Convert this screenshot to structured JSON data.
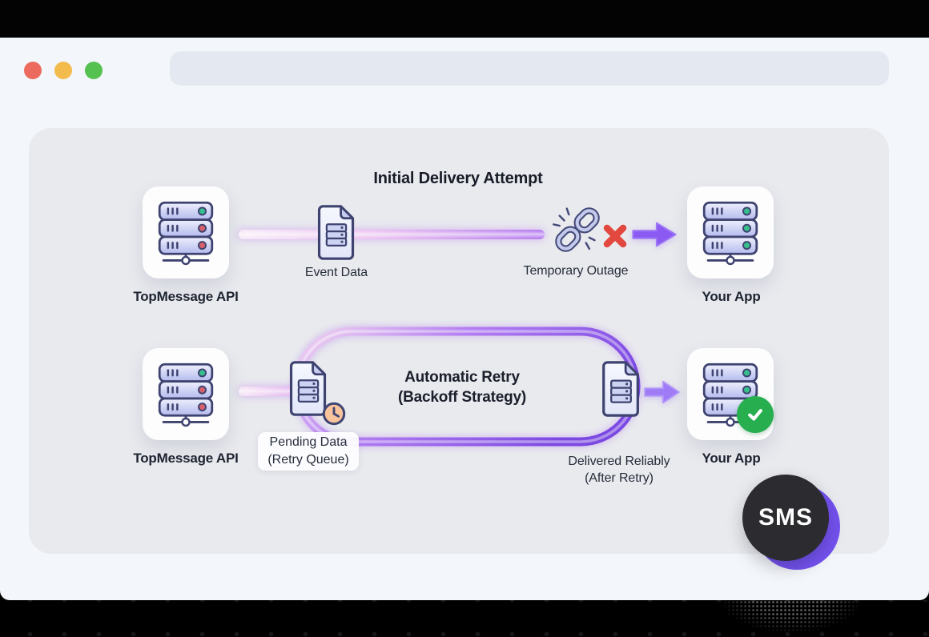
{
  "chrome": {
    "traffic_lights": [
      {
        "name": "close",
        "color": "#ec6a5e"
      },
      {
        "name": "minimize",
        "color": "#f2bb4c"
      },
      {
        "name": "zoom",
        "color": "#55c150"
      }
    ],
    "url_value": ""
  },
  "diagram": {
    "title": "Initial Delivery Attempt",
    "attempt_flow": {
      "source": "TopMessage API",
      "payload": "Event Data",
      "failure": "Temporary Outage",
      "destination": "Your App"
    },
    "retry_flow": {
      "source": "TopMessage API",
      "payload_line1": "Pending Data",
      "payload_line2": "(Retry Queue)",
      "loop_line1": "Automatic Retry",
      "loop_line2": "(Backoff Strategy)",
      "result_line1": "Delivered Reliably",
      "result_line2": "(After Retry)",
      "destination": "Your App"
    },
    "badge": "SMS"
  },
  "colors": {
    "accent_purple": "#8a5af2",
    "flow_line_pink": "#f8ecf8",
    "flow_line_purple": "#b77ff0",
    "led_green": "#35c08e",
    "led_red": "#d5606c",
    "error_red": "#e2483d",
    "clock_orange": "#f9c39c",
    "success_green": "#27ae4f",
    "badge_dark": "#2b2b30",
    "badge_purple": "#7452f0"
  }
}
